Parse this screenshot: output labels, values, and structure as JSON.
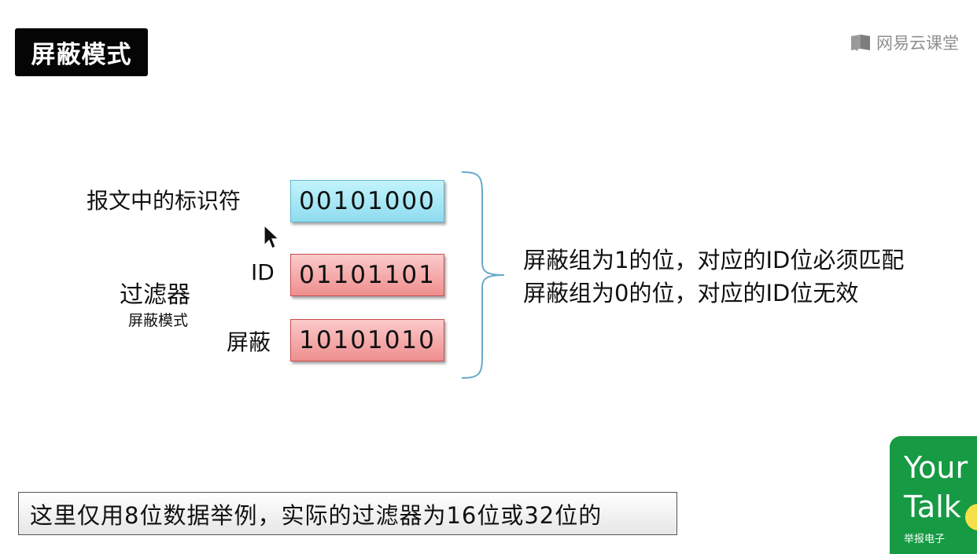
{
  "header": {
    "title": "屏蔽模式",
    "watermark": "网易云课堂"
  },
  "rows": [
    {
      "label": "报文中的标识符",
      "bits": "00101000",
      "color": "#9fe3f2"
    },
    {
      "label": "ID",
      "bits": "01101101",
      "color": "#f4a6a6"
    },
    {
      "label": "屏蔽",
      "bits": "10101010",
      "color": "#f4a6a6"
    }
  ],
  "filter": {
    "label": "过滤器",
    "sublabel": "屏蔽模式"
  },
  "notes": [
    "屏蔽组为1的位，对应的ID位必须匹配",
    "屏蔽组为0的位，对应的ID位无效"
  ],
  "caption": "这里仅用8位数据举例，实际的过滤器为16位或32位的",
  "logo": {
    "line1": "Your",
    "line2": "Talk",
    "line3": "举报电子",
    "color": "#169a43"
  }
}
